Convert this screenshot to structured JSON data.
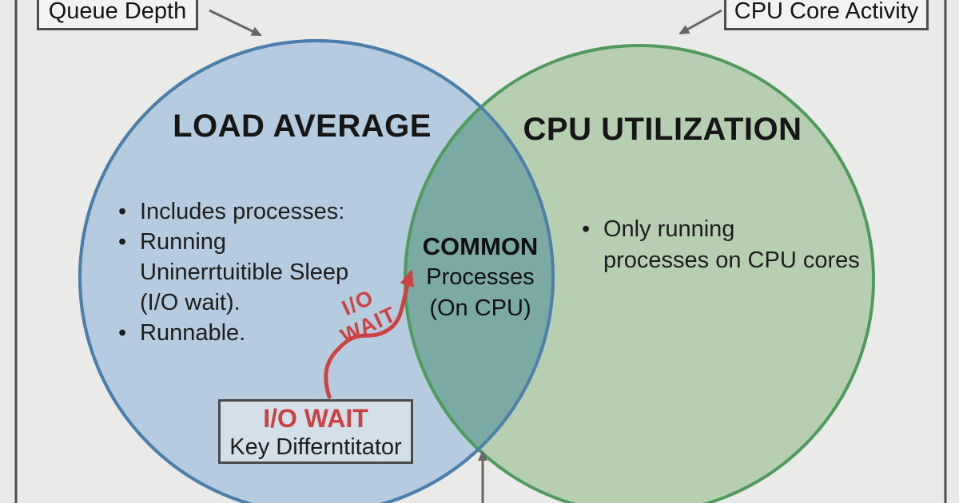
{
  "diagram": {
    "callouts": {
      "queue_depth": "Queue Depth",
      "cpu_core_activity": "CPU Core Activity"
    },
    "left_circle": {
      "title": "LOAD AVERAGE",
      "lines": [
        {
          "bullet": "•",
          "text": "Includes processes:"
        },
        {
          "bullet": "•",
          "text": "Running"
        },
        {
          "bullet": "",
          "text": "Uninerrtuitible Sleep"
        },
        {
          "bullet": "",
          "text": "(I/O wait)."
        },
        {
          "bullet": "•",
          "text": "Runnable."
        }
      ]
    },
    "right_circle": {
      "title": "CPU UTILIZATION",
      "lines": [
        {
          "bullet": "•",
          "text": "Only running"
        },
        {
          "bullet": "",
          "text": "processes on CPU cores"
        }
      ]
    },
    "overlap": {
      "line1": "COMMON",
      "line2": "Processes",
      "line3": "(On CPU)"
    },
    "io_wait": {
      "arrow_label": "I/O WAIT",
      "box_title": "I/O WAIT",
      "box_subtitle": "Key Differntitator"
    },
    "colors": {
      "background": "#eaeae8",
      "left_fill": "#b5cce0",
      "left_stroke": "#4a80ab",
      "right_fill": "#b6cfb1",
      "right_stroke": "#4f9b5e",
      "overlap_fill": "#7aaaa3",
      "accent_red": "#cc4141",
      "arrow_gray": "#666666",
      "frame": "#4d4d4d",
      "text": "#1d1d1d"
    }
  }
}
